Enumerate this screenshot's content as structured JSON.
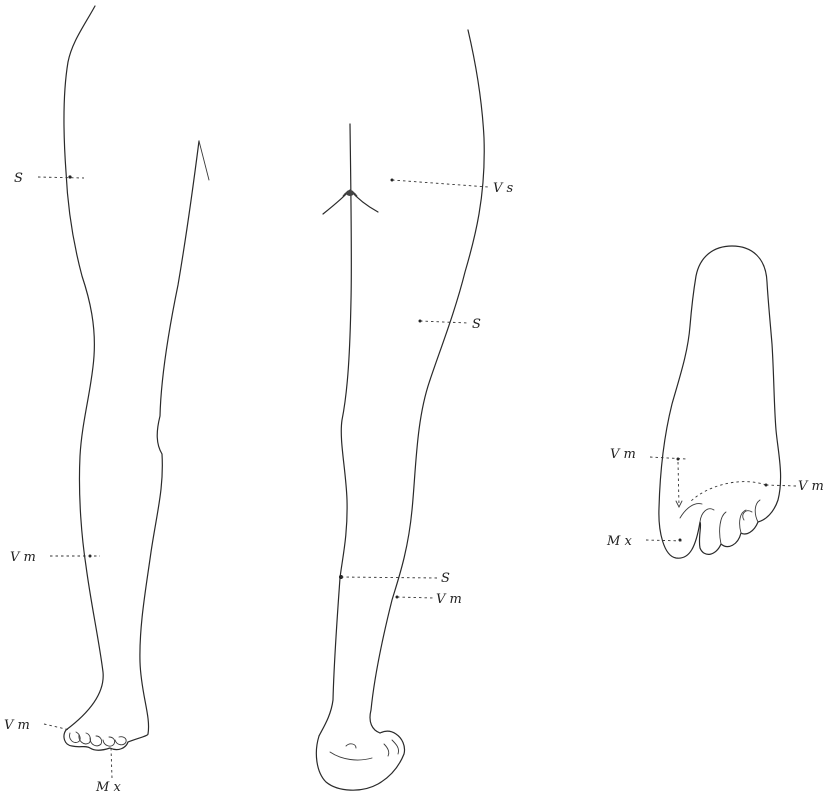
{
  "figure": {
    "labels": {
      "leg1_s": "S",
      "leg1_vm": "V m",
      "leg1_vm_toe": "V m",
      "leg1_mx": "M x",
      "leg2_vs": "V s",
      "leg2_s_thigh": "S",
      "leg2_s_calf": "S",
      "leg2_vm": "V m",
      "foot_vm_left": "V m",
      "foot_mx": "M x",
      "foot_vm_right": "V m"
    }
  }
}
